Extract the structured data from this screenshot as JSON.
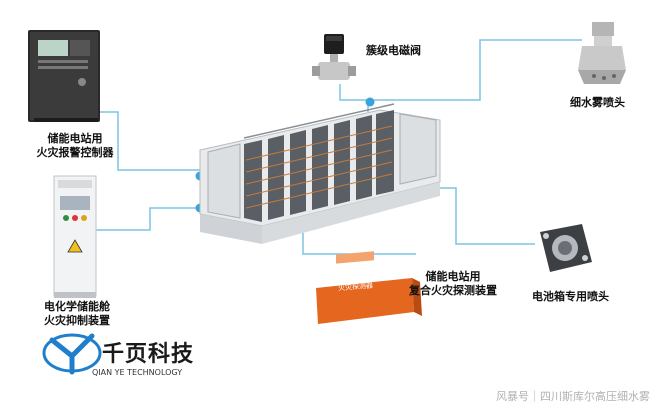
{
  "components": {
    "controller": {
      "line1": "储能电站用",
      "line2": "火灾报警控制器"
    },
    "valve": {
      "label": "簇级电磁阀"
    },
    "mist_nozzle": {
      "label": "细水雾喷头"
    },
    "suppression_device": {
      "line1": "电化学储能舱",
      "line2": "火灾抑制装置"
    },
    "detector": {
      "line1": "储能电站用",
      "line2": "复合火灾探测装置",
      "panel_text": "火灾探测器"
    },
    "battery_nozzle": {
      "label": "电池箱专用喷头"
    }
  },
  "logo": {
    "name": "千页科技",
    "subtitle": "QIAN YE TECHNOLOGY"
  },
  "watermark": "风暴号｜四川斯库尔高压细水雾",
  "colors": {
    "connector": "#7cc3e6",
    "dot": "#3aa3d8",
    "detector": "#e5661f"
  }
}
